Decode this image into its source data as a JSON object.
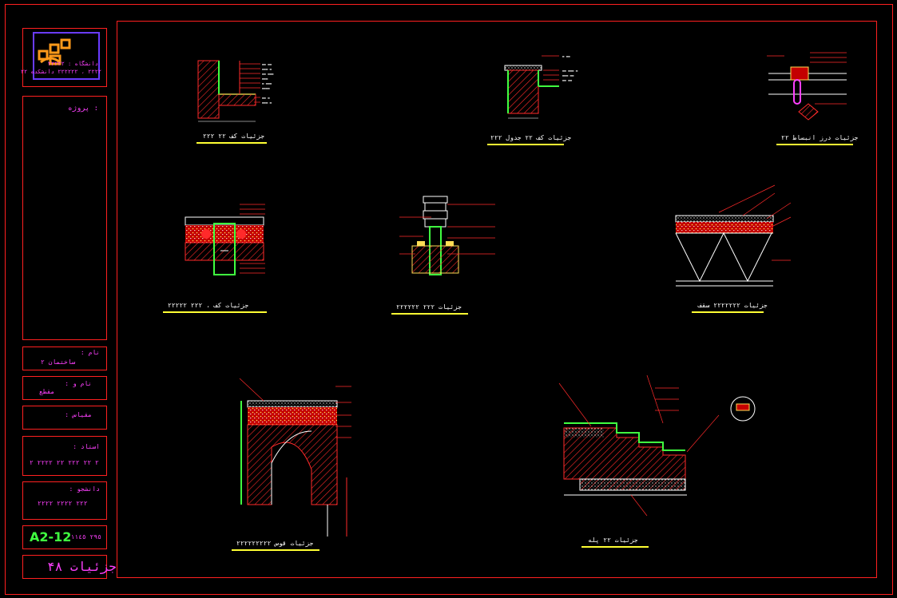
{
  "sheet": {
    "number": "A2-12",
    "number_suffix": "٢٩٥ ١١٤٥",
    "bottom_title": "جزئیات ۴٨"
  },
  "colors": {
    "frame": "#ff2020",
    "title_block_text": "#ff40ff",
    "accent": "#40ff40",
    "underline": "#ffff33",
    "hatch": "#ff2a2a",
    "fill_red": "#c40000"
  },
  "title_block": {
    "logo_icon": "university-emblem-icon",
    "org_line1": "دانشگاه : ٢٢٢٢٢",
    "org_line2": "٢٢٢٢ ، ٢٢٢٢٢٢ دانشکده ٢٢",
    "project_label": "پروژه :",
    "field1_label": ": نام",
    "field1_value": "ساختمان ٢",
    "field2_label": ": نام و",
    "field2_value": "مقطع",
    "field3_label": ": مقیاس",
    "field4_label": ": استاد",
    "field4_value": "٢ ٢٢ ٢٢٢ ٢٢ ٢٢٢٢ ٢",
    "field5_label": ": دانشجو",
    "field5_value": "٢٢٢ ٢٢٢٢ ٢٢٢٢"
  },
  "details": [
    {
      "caption": "جزئیات کف ٢٢ ٢٢٢",
      "icon": "wall-floor-section-icon"
    },
    {
      "caption": "جزئیات کف ٢٢ جدول ٢٢٢",
      "icon": "curb-section-icon"
    },
    {
      "caption": "جزئیات درز انبساط ٢٢",
      "icon": "expansion-joint-icon"
    },
    {
      "caption": "جزئیات کف ، ٢٢٢ ٢٢٢٢٢",
      "icon": "joint-detail-icon"
    },
    {
      "caption": "جزئیات ٢٢٢ ٢٢٢٢٢٢",
      "icon": "column-footing-icon"
    },
    {
      "caption": "جزئیات ٢٢٢٢٢٢٢ سقف",
      "icon": "roof-truss-icon"
    },
    {
      "caption": "جزئیات قوس ٢٢٢٢٢٢٢٢٢",
      "icon": "arch-opening-icon"
    },
    {
      "caption": "جزئیات ٢٢ پله",
      "icon": "stair-section-icon"
    }
  ]
}
